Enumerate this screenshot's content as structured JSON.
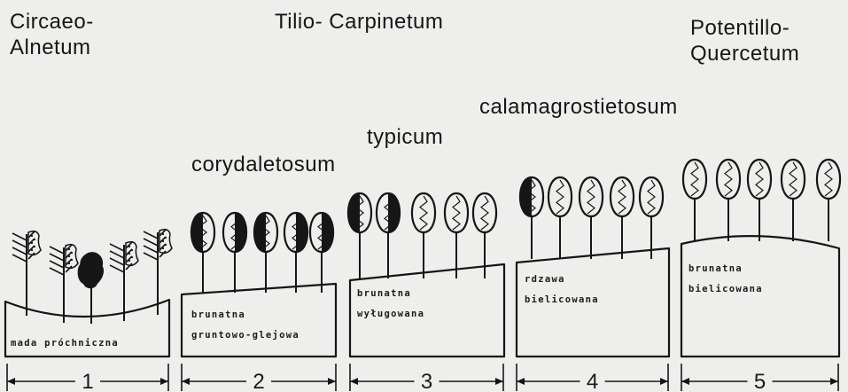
{
  "communities": [
    {
      "line1": "Circaeo-",
      "line2": "Alnetum"
    },
    {
      "line1": "Tilio- Carpinetum"
    },
    {
      "line1": "Potentillo-",
      "line2": "Quercetum"
    }
  ],
  "subassociations": [
    "corydaletosum",
    "typicum",
    "calamagrostietosum"
  ],
  "soils": [
    {
      "line1": "mada próchniczna"
    },
    {
      "line1": "brunatna",
      "line2": "gruntowo-glejowa"
    },
    {
      "line1": "brunatna",
      "line2": "wyługowana"
    },
    {
      "line1": "rdzawa",
      "line2": "bielicowana"
    },
    {
      "line1": "brunatna",
      "line2": "bielicowana"
    }
  ],
  "sections": [
    "1",
    "2",
    "3",
    "4",
    "5"
  ],
  "colors": {
    "ink": "#161616",
    "paper": "#eeeeec"
  }
}
